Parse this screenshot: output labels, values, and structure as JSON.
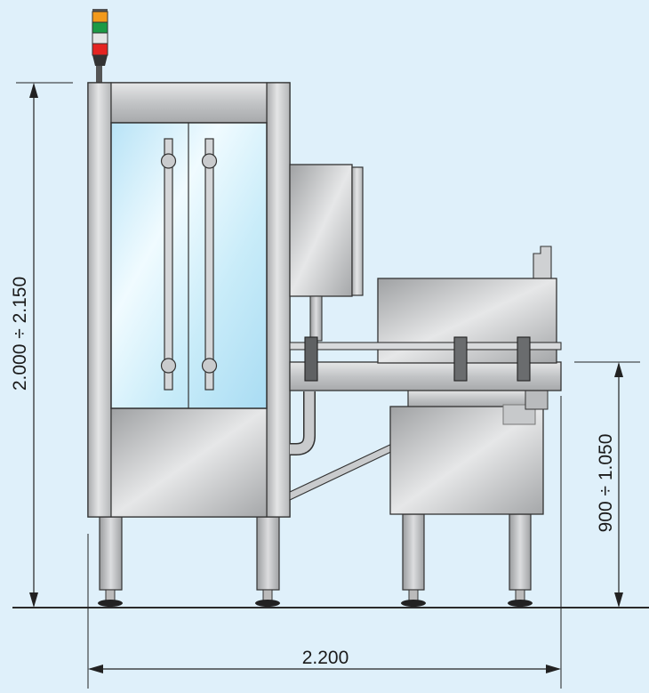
{
  "dimensions": {
    "total_height": "2.000 ÷ 2.150",
    "conveyor_height": "900 ÷ 1.050",
    "total_width": "2.200"
  },
  "colors": {
    "background": "#dff0fa",
    "steel": "#c9cbcd",
    "steel_dark": "#8c8e90",
    "glass": "#cfeefa",
    "outline": "#2a2a2a",
    "beacon_orange": "#f39a1c",
    "beacon_green": "#1d9a45",
    "beacon_white": "#e6e6e6",
    "beacon_red": "#e52421"
  },
  "icons": {
    "signal_tower": "signal-tower-icon"
  }
}
